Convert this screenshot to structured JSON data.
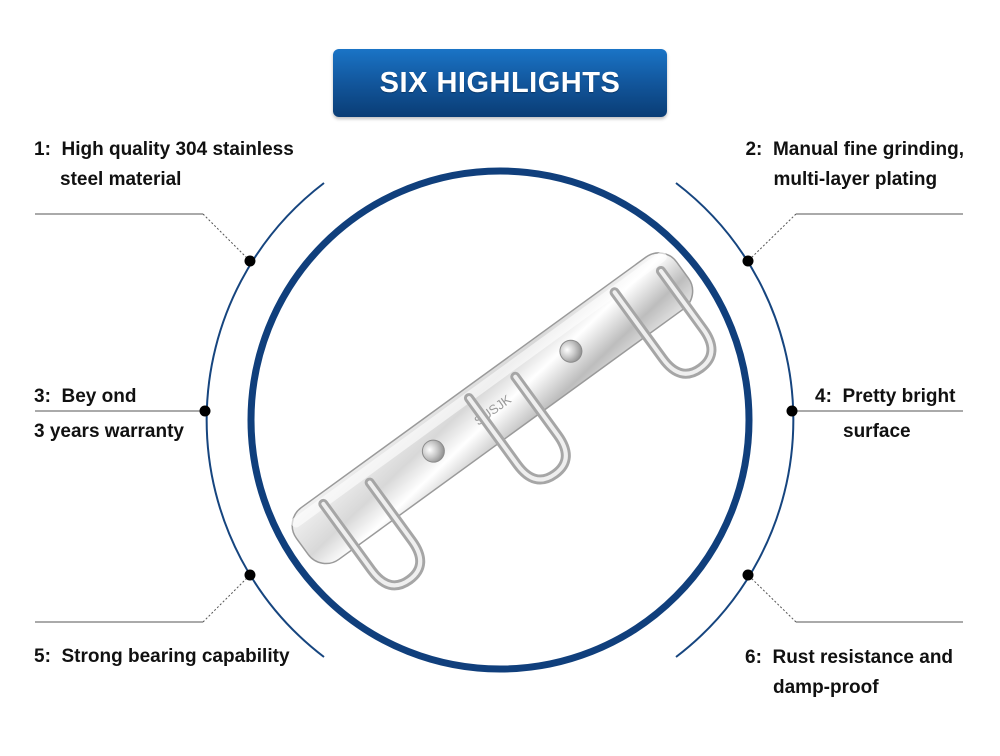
{
  "header": {
    "title": "SIX HIGHLIGHTS"
  },
  "colors": {
    "accent": "#0d4a8b",
    "ring": "#103f7c",
    "text": "#111111"
  },
  "product": {
    "engraving": "SUSJK"
  },
  "highlights": [
    {
      "number": "1:",
      "line1": "High quality 304 stainless",
      "line2": "steel material"
    },
    {
      "number": "2:",
      "line1": "Manual fine grinding,",
      "line2": "multi-layer plating"
    },
    {
      "number": "3:",
      "line1": "Bey ond",
      "line2": "3 years warranty"
    },
    {
      "number": "4:",
      "line1": "Pretty bright",
      "line2": "surface"
    },
    {
      "number": "5:",
      "line1": "Strong bearing capability",
      "line2": ""
    },
    {
      "number": "6:",
      "line1": "Rust resistance and",
      "line2": "damp-proof"
    }
  ]
}
